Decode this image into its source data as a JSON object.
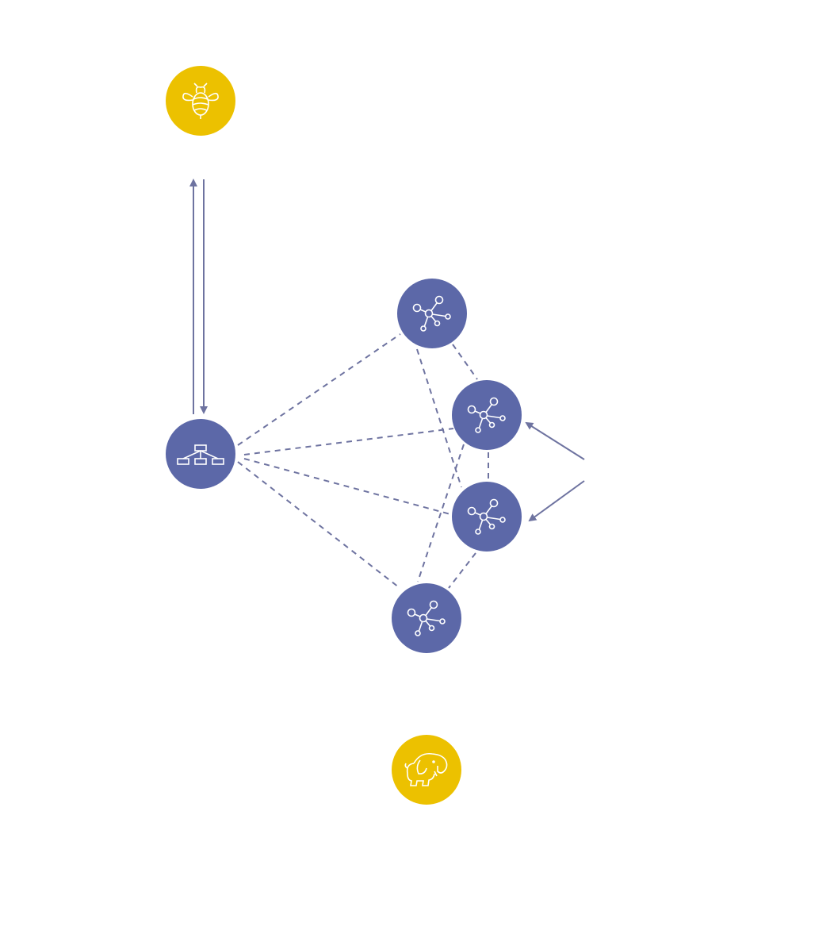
{
  "colors": {
    "accent_yellow": "#ecc100",
    "node_blue": "#5c68a8",
    "edge": "#6e73a0",
    "icon": "#ffffff",
    "background": "#ffffff"
  },
  "nodes": [
    {
      "id": "hive",
      "icon": "bee-icon"
    },
    {
      "id": "hierarchy",
      "icon": "hierarchy-icon"
    },
    {
      "id": "cluster-node-1",
      "icon": "network-icon"
    },
    {
      "id": "cluster-node-2",
      "icon": "network-icon"
    },
    {
      "id": "cluster-node-3",
      "icon": "network-icon"
    },
    {
      "id": "cluster-node-4",
      "icon": "network-icon"
    },
    {
      "id": "hadoop",
      "icon": "elephant-icon"
    }
  ]
}
